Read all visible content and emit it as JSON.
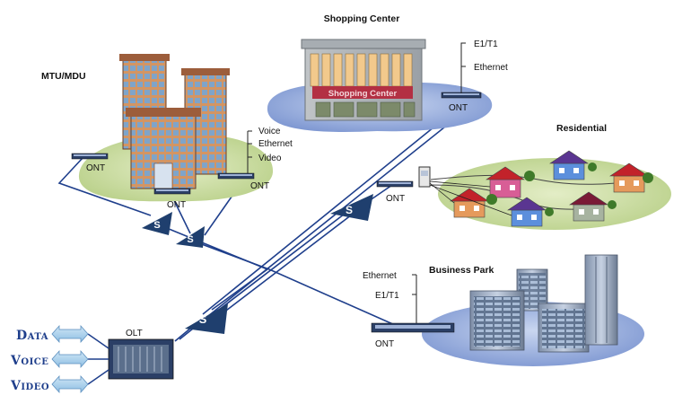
{
  "sites": {
    "shopping": {
      "title": "Shopping Center",
      "sign": "Shopping Center",
      "ont": "ONT",
      "service1": "E1/T1",
      "service2": "Ethernet"
    },
    "mtu": {
      "title": "MTU/MDU",
      "ont_left": "ONT",
      "ont_bottom": "ONT",
      "ont_right": "ONT",
      "service1": "Voice",
      "service2": "Ethernet",
      "service3": "Video"
    },
    "residential": {
      "title": "Residential",
      "ont": "ONT"
    },
    "business": {
      "title": "Business Park",
      "ont": "ONT",
      "service1": "Ethernet",
      "service2": "E1/T1"
    }
  },
  "olt": {
    "label": "OLT"
  },
  "splitter_label": "S",
  "services": [
    "Data",
    "Voice",
    "Video"
  ],
  "colors": {
    "ground_green": "#c5d89a",
    "ground_blue": "#8fa6d8",
    "splitter": "#1f3f6e",
    "arrow": "#a9cfea",
    "fiber": "#1f3f8c"
  }
}
